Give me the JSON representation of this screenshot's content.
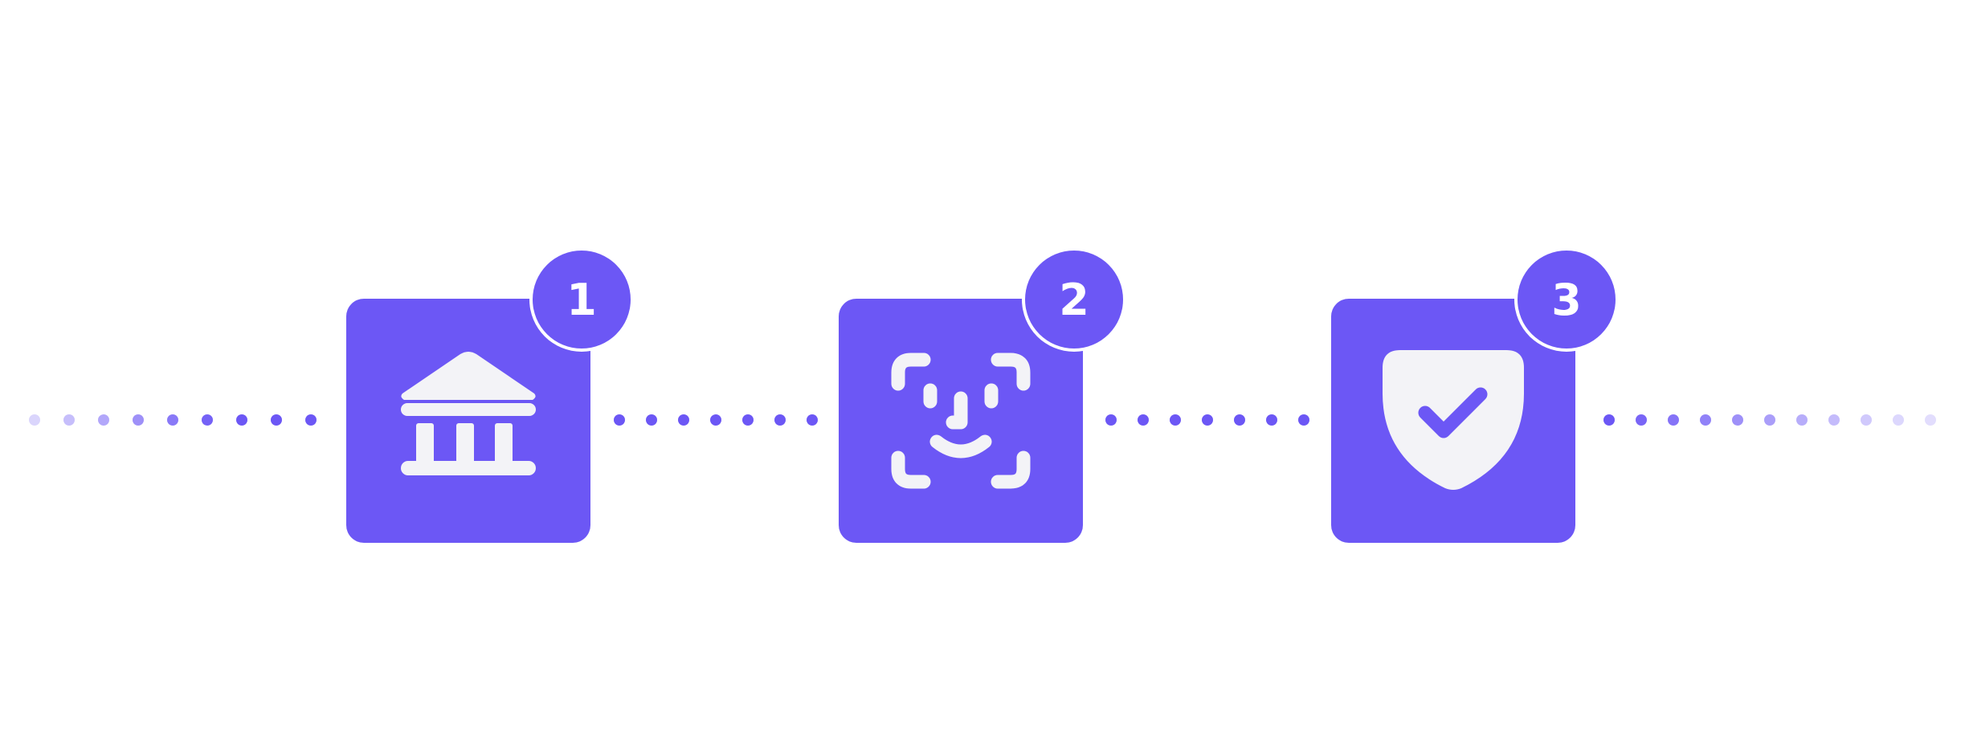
{
  "colors": {
    "accent": "#6C57F5",
    "icon_fill": "#F3F3F7",
    "dot_faint": "#D9D4FD",
    "background": "#FFFFFF"
  },
  "steps": [
    {
      "number": "1",
      "icon": "bank-icon"
    },
    {
      "number": "2",
      "icon": "face-scan-icon"
    },
    {
      "number": "3",
      "icon": "shield-check-icon"
    }
  ]
}
